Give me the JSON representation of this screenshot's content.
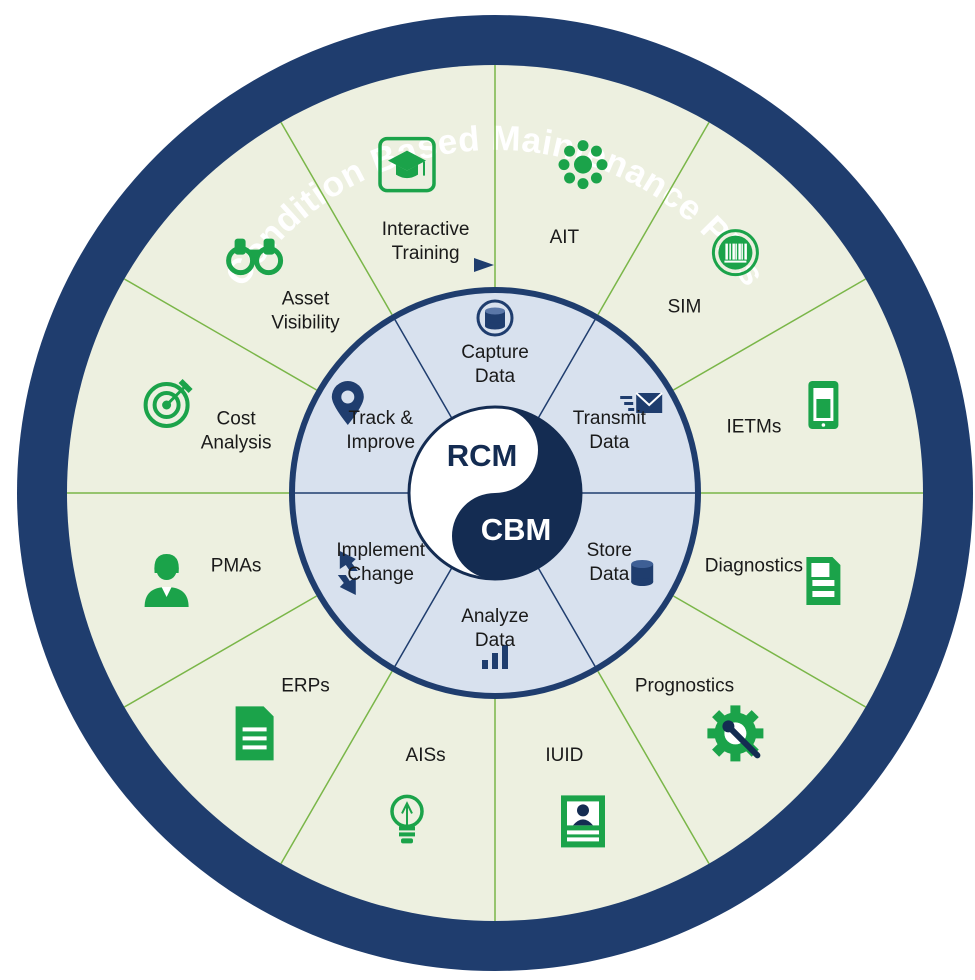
{
  "title": "Condition Based Maintenance Plus",
  "colors": {
    "navy": "#1f3d6e",
    "outer_fill": "#edf0e0",
    "inner_fill": "#d8e1ee",
    "green": "#1ba34a",
    "dark_navy": "#142c52",
    "divider": "#7ab648"
  },
  "outer_segments": [
    {
      "label": [
        "AIT"
      ],
      "icon": "dots-cluster-icon"
    },
    {
      "label": [
        "SIM"
      ],
      "icon": "barcode-circle-icon"
    },
    {
      "label": [
        "IETMs"
      ],
      "icon": "tablet-device-icon"
    },
    {
      "label": [
        "Diagnostics"
      ],
      "icon": "document-checklist-icon"
    },
    {
      "label": [
        "Prognostics"
      ],
      "icon": "gear-wrench-icon"
    },
    {
      "label": [
        "IUID"
      ],
      "icon": "id-badge-icon"
    },
    {
      "label": [
        "AISs"
      ],
      "icon": "light-bulb-icon"
    },
    {
      "label": [
        "ERPs"
      ],
      "icon": "document-icon"
    },
    {
      "label": [
        "PMAs"
      ],
      "icon": "person-icon"
    },
    {
      "label": [
        "Cost",
        "Analysis"
      ],
      "icon": "target-icon"
    },
    {
      "label": [
        "Asset",
        "Visibility"
      ],
      "icon": "binoculars-icon"
    },
    {
      "label": [
        "Interactive",
        "Training"
      ],
      "icon": "graduation-cap-icon"
    }
  ],
  "inner_segments": [
    {
      "label": [
        "Capture",
        "Data"
      ],
      "icon": "database-icon"
    },
    {
      "label": [
        "Transmit",
        "Data"
      ],
      "icon": "envelope-icon"
    },
    {
      "label": [
        "Store",
        "Data"
      ],
      "icon": "storage-icon"
    },
    {
      "label": [
        "Analyze",
        "Data"
      ],
      "icon": "bar-chart-icon"
    },
    {
      "label": [
        "Implement",
        "Change"
      ],
      "icon": "arrows-cycle-icon"
    },
    {
      "label": [
        "Track &",
        "Improve"
      ],
      "icon": "location-pin-icon"
    }
  ],
  "center": {
    "top": "RCM",
    "bottom": "CBM"
  }
}
